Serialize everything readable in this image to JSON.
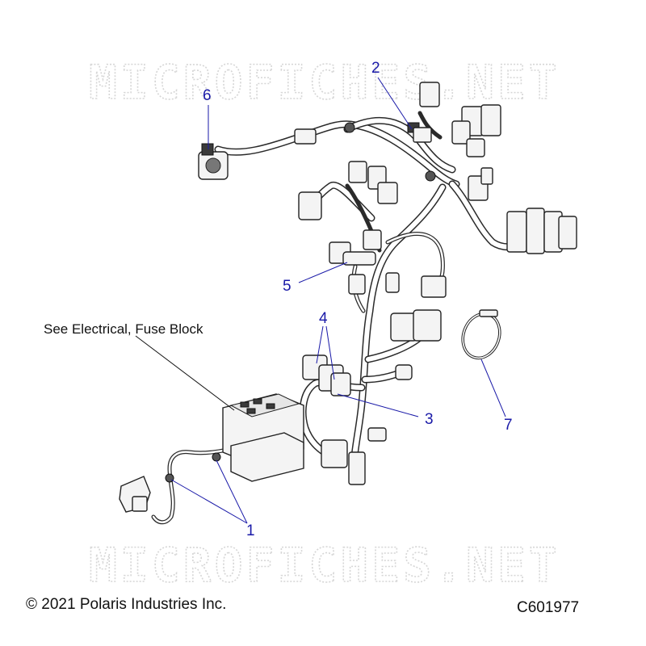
{
  "watermark": {
    "text": "MICROFICHES.NET"
  },
  "note": {
    "fuse_block": "See Electrical, Fuse Block"
  },
  "callouts": [
    {
      "id": "1",
      "label": "1"
    },
    {
      "id": "2",
      "label": "2"
    },
    {
      "id": "3",
      "label": "3"
    },
    {
      "id": "4",
      "label": "4"
    },
    {
      "id": "5",
      "label": "5"
    },
    {
      "id": "6",
      "label": "6"
    },
    {
      "id": "7",
      "label": "7"
    }
  ],
  "footer": {
    "copyright": "© 2021 Polaris Industries Inc.",
    "part_code": "C601977"
  },
  "colors": {
    "callout": "#1a1aa8",
    "line_art": "#2a2a2a",
    "watermark": "#d6d6d6"
  }
}
